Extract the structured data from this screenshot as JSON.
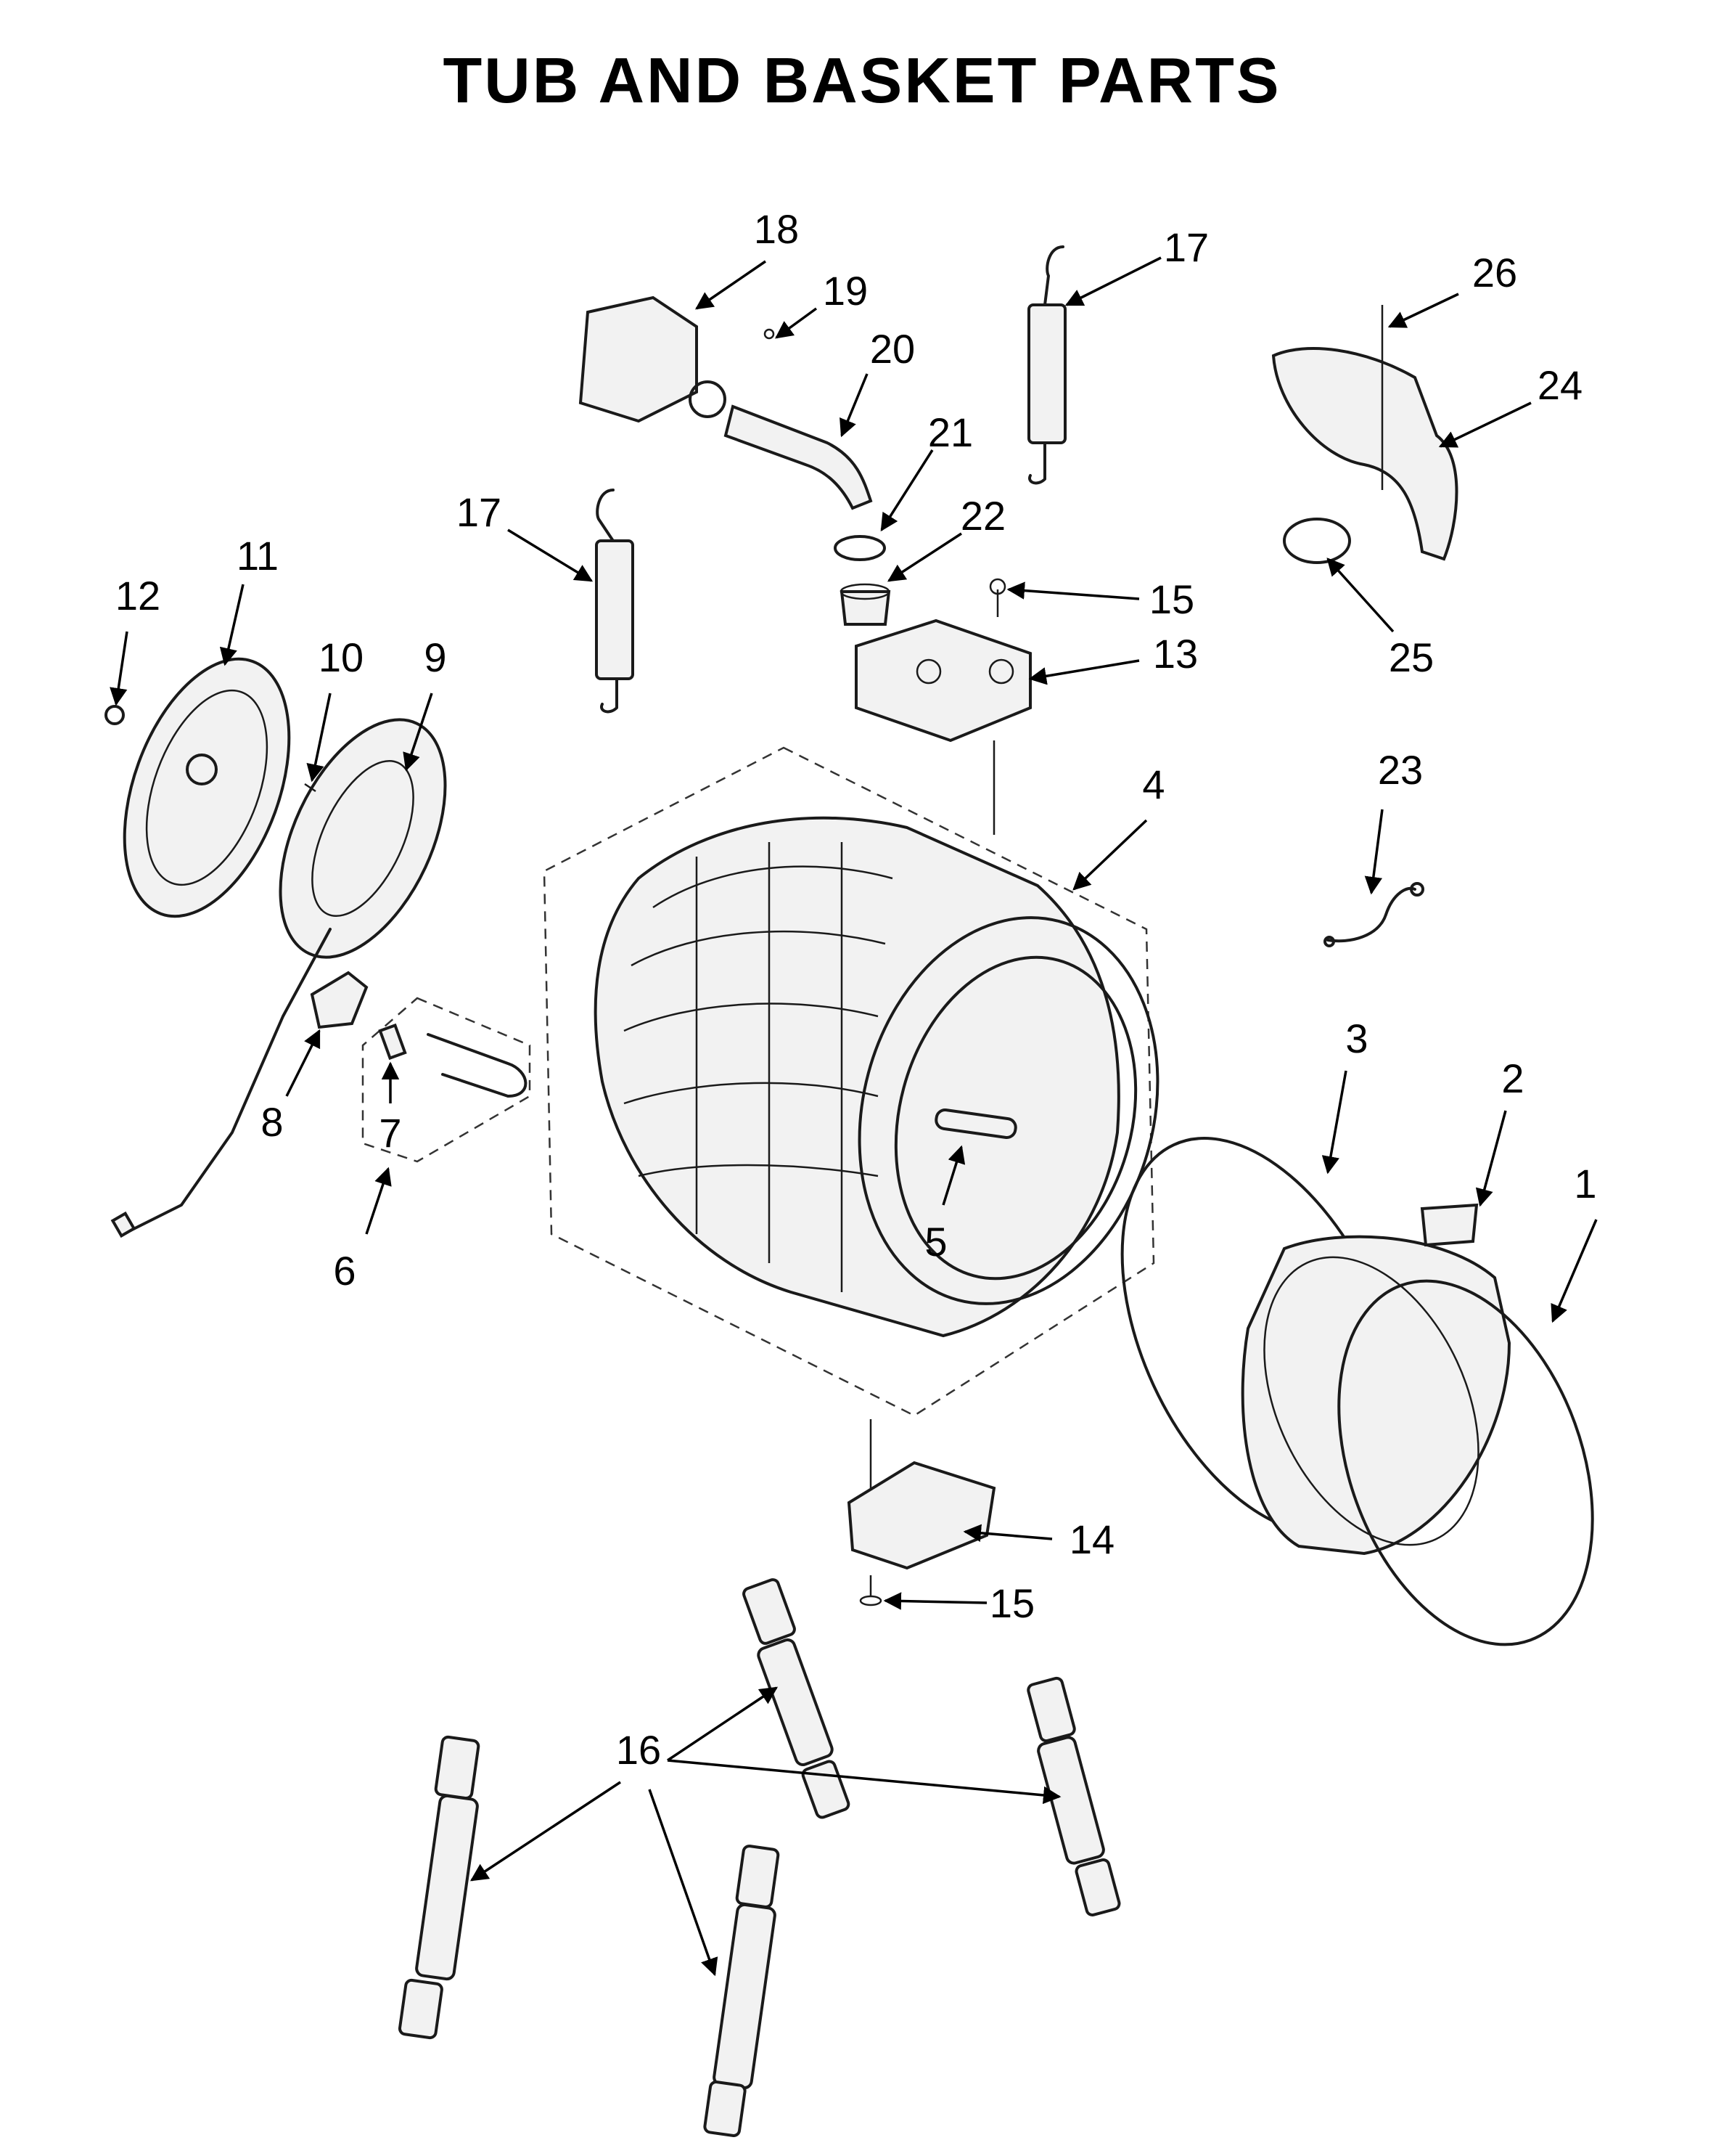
{
  "title": "TUB AND BASKET PARTS",
  "callouts": [
    "1",
    "2",
    "3",
    "4",
    "5",
    "6",
    "7",
    "8",
    "9",
    "10",
    "11",
    "12",
    "13",
    "14",
    "15",
    "15",
    "16",
    "17",
    "17",
    "18",
    "19",
    "20",
    "21",
    "22",
    "23",
    "24",
    "25",
    "26"
  ],
  "icons": {
    "arrow": "arrow-head",
    "parts": [
      "tub-assembly-icon",
      "basket-icon",
      "rotor-icon",
      "stator-icon",
      "hose-icon",
      "spring-icon",
      "damper-icon",
      "bracket-icon",
      "bellow-seal-icon"
    ]
  }
}
